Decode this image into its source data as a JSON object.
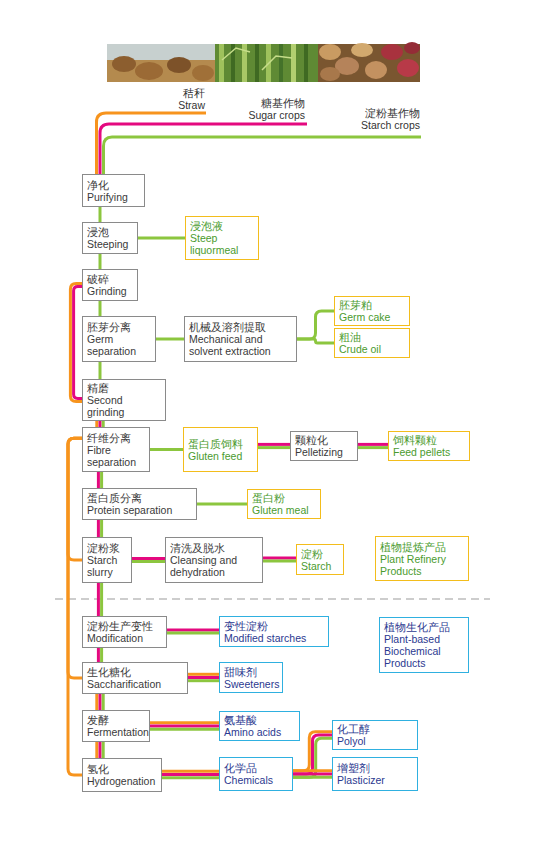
{
  "diagram": {
    "nodes": [
      {
        "text": [
          "净化",
          "Purifying"
        ]
      },
      {
        "text": [
          "浸泡",
          "Steeping"
        ]
      },
      {
        "text": [
          "浸泡液",
          "Steep liquormeal"
        ]
      },
      {
        "text": [
          "破碎",
          "Grinding"
        ]
      },
      {
        "text": [
          "胚芽分离",
          "Germ separation"
        ]
      },
      {
        "text": [
          "机械及溶剂提取",
          "Mechanical and solvent extraction"
        ]
      },
      {
        "text": [
          "胚芽粕",
          "Germ cake"
        ]
      },
      {
        "text": [
          "粗油",
          "Crude oil"
        ]
      },
      {
        "text": [
          "精磨",
          "Second grinding"
        ]
      },
      {
        "text": [
          "纤维分离",
          "Fibre separation"
        ]
      },
      {
        "text": [
          "蛋白质饲料",
          "Gluten feed"
        ]
      },
      {
        "text": [
          "颗粒化",
          "Pelletizing"
        ]
      },
      {
        "text": [
          "饲料颗粒",
          "Feed pellets"
        ]
      },
      {
        "text": [
          "蛋白质分离",
          "Protein separation"
        ]
      },
      {
        "text": [
          "蛋白粉",
          "Gluten meal"
        ]
      },
      {
        "text": [
          "淀粉浆",
          "Starch slurry"
        ]
      },
      {
        "text": [
          "清洗及脱水",
          "Cleansing and dehydration"
        ]
      },
      {
        "text": [
          "淀粉",
          "Starch"
        ]
      },
      {
        "text": [
          "植物提炼产品",
          "Plant Refinery Products"
        ]
      },
      {
        "text": [
          "淀粉生产变性",
          "Modification"
        ]
      },
      {
        "text": [
          "变性淀粉",
          "Modified starches"
        ]
      },
      {
        "text": [
          "植物生化产品",
          "Plant-based Biochemical Products"
        ]
      },
      {
        "text": [
          "生化糖化",
          "Saccharification"
        ]
      },
      {
        "text": [
          "甜味剂",
          "Sweeteners"
        ]
      },
      {
        "text": [
          "发酵",
          "Fermentation"
        ]
      },
      {
        "text": [
          "氨基酸",
          "Amino acids"
        ]
      },
      {
        "text": [
          "氢化",
          "Hydrogenation"
        ]
      },
      {
        "text": [
          "化学品",
          "Chemicals"
        ]
      },
      {
        "text": [
          "化工醇",
          "Polyol"
        ]
      },
      {
        "text": [
          "增塑剂",
          "Plasticizer"
        ]
      }
    ],
    "edges": [
      {
        "from": 0,
        "to": 1,
        "arrow": "none"
      },
      {
        "from": 1,
        "to": 2,
        "arrow": "none"
      },
      {
        "from": 1,
        "to": 3,
        "arrow": "none"
      },
      {
        "from": 3,
        "to": 4,
        "arrow": "none"
      },
      {
        "from": 3,
        "to": 8,
        "arrow": "none"
      },
      {
        "from": 4,
        "to": 5,
        "arrow": "none"
      },
      {
        "from": 5,
        "to": 6,
        "arrow": "none"
      },
      {
        "from": 5,
        "to": 7,
        "arrow": "none"
      },
      {
        "from": 4,
        "to": 8,
        "arrow": "none"
      },
      {
        "from": 8,
        "to": 9,
        "arrow": "none"
      },
      {
        "from": 9,
        "to": 10,
        "arrow": "none"
      },
      {
        "from": 10,
        "to": 11,
        "arrow": "none"
      },
      {
        "from": 11,
        "to": 12,
        "arrow": "none"
      },
      {
        "from": 9,
        "to": 13,
        "arrow": "none"
      },
      {
        "from": 13,
        "to": 14,
        "arrow": "none"
      },
      {
        "from": 13,
        "to": 15,
        "arrow": "none"
      },
      {
        "from": 15,
        "to": 16,
        "arrow": "none"
      },
      {
        "from": 16,
        "to": 17,
        "arrow": "none"
      },
      {
        "from": 9,
        "to": 15,
        "arrow": "none"
      },
      {
        "from": 9,
        "to": 22,
        "arrow": "none"
      },
      {
        "from": 9,
        "to": 26,
        "arrow": "none"
      },
      {
        "from": 15,
        "to": 19,
        "arrow": "none"
      },
      {
        "from": 19,
        "to": 20,
        "arrow": "none"
      },
      {
        "from": 19,
        "to": 22,
        "arrow": "none"
      },
      {
        "from": 22,
        "to": 23,
        "arrow": "none"
      },
      {
        "from": 22,
        "to": 24,
        "arrow": "none"
      },
      {
        "from": 24,
        "to": 25,
        "arrow": "none"
      },
      {
        "from": 24,
        "to": 26,
        "arrow": "none"
      },
      {
        "from": 26,
        "to": 27,
        "arrow": "none"
      },
      {
        "from": 27,
        "to": 28,
        "arrow": "none"
      },
      {
        "from": 27,
        "to": 29,
        "arrow": "none"
      }
    ],
    "labels": [
      "秸秆",
      "Straw",
      "糖基作物",
      "Sugar crops",
      "淀粉基作物",
      "Starch crops"
    ]
  }
}
